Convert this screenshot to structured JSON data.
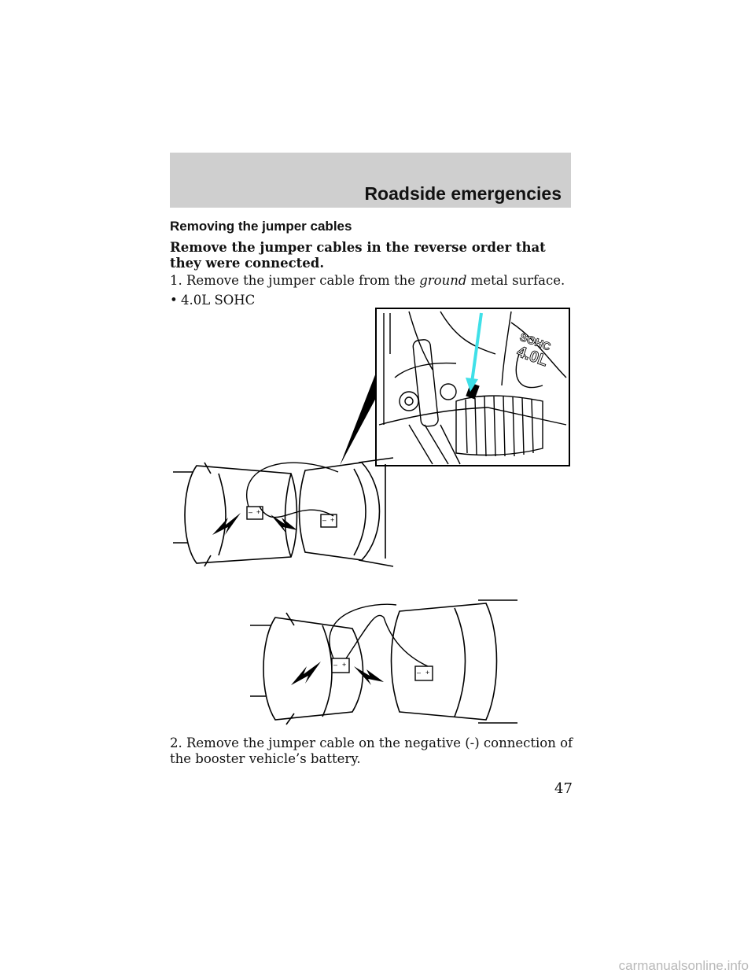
{
  "header": {
    "title": "Roadside emergencies"
  },
  "section": {
    "heading": "Removing the jumper cables",
    "intro": "Remove the jumper cables in the reverse order that they were connected."
  },
  "steps": {
    "step1_prefix": "1. Remove the jumper cable from the ",
    "step1_em": "ground",
    "step1_suffix": " metal surface.",
    "bullet": "4.0L SOHC",
    "step2": "2. Remove the jumper cable on the negative (-) connection of the booster vehicle’s battery."
  },
  "inset": {
    "engine_label_line1": "SOHC",
    "engine_label_line2": "4.0L"
  },
  "battery": {
    "minus": "–",
    "plus": "+"
  },
  "page_number": "47",
  "watermark": "carmanualsonline.info",
  "colors": {
    "arrow": "#3fe0e8",
    "header_band": "#cfcfcf"
  }
}
